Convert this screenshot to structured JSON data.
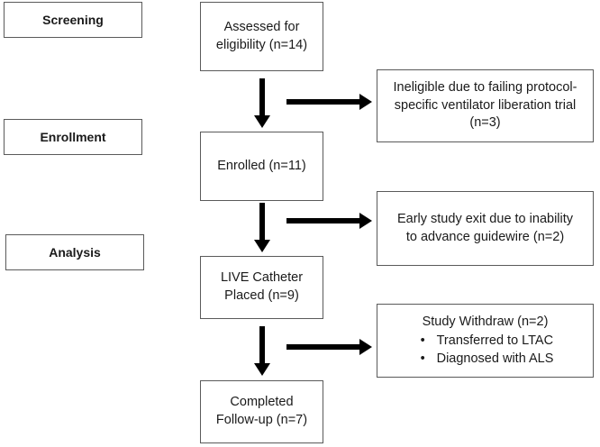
{
  "stages": {
    "screening": "Screening",
    "enrollment": "Enrollment",
    "analysis": "Analysis"
  },
  "flow": {
    "assessed": [
      "Assessed for",
      "eligibility (n=14)"
    ],
    "enrolled": [
      "Enrolled (n=11)"
    ],
    "catheter": [
      "LIVE Catheter",
      "Placed (n=9)"
    ],
    "completed": [
      "Completed",
      "Follow-up (n=7)"
    ]
  },
  "exclusions": {
    "ineligible": [
      "Ineligible due to failing protocol-",
      "specific ventilator liberation trial",
      "(n=3)"
    ],
    "early_exit": [
      "Early study exit due to inability",
      "to advance guidewire (n=2)"
    ],
    "withdraw": {
      "title": "Study Withdraw (n=2)",
      "reasons": [
        "Transferred to LTAC",
        "Diagnosed with ALS"
      ]
    }
  }
}
